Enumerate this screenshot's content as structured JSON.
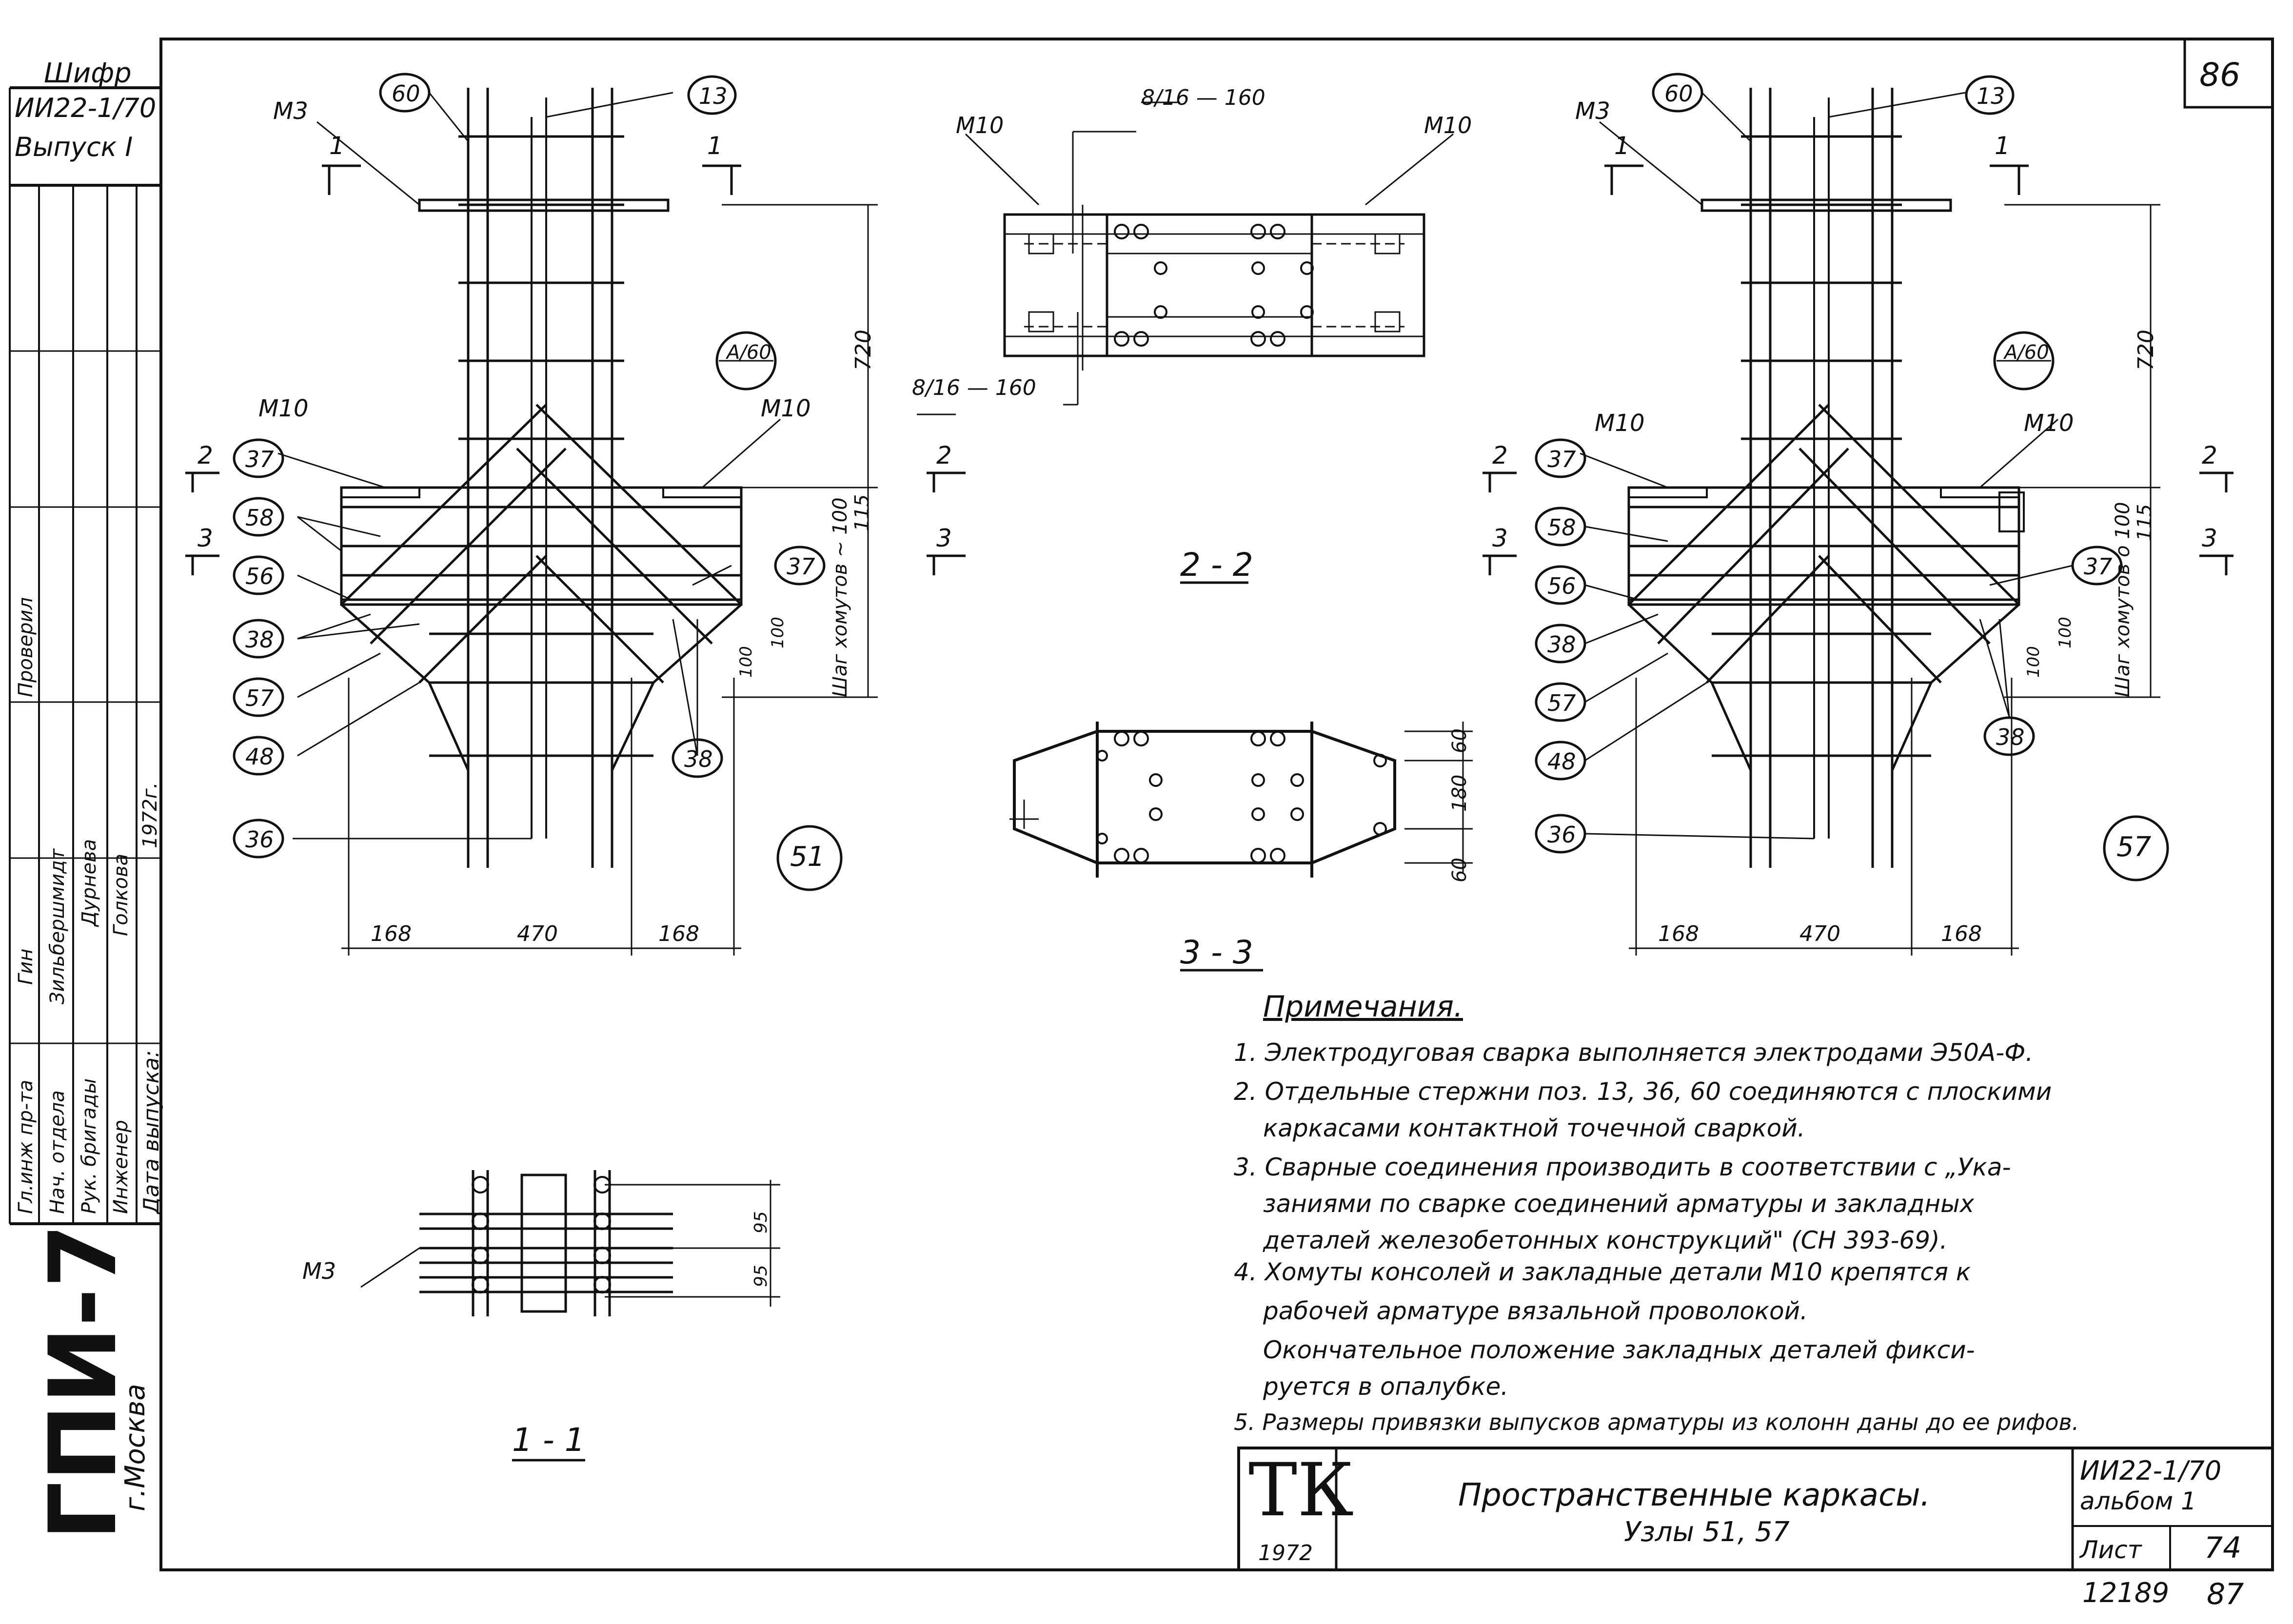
{
  "stamp_top_left": {
    "code_label": "Шифр",
    "code": "ИИ22-1/70",
    "issue": "Выпуск I"
  },
  "side_table": {
    "roles": [
      "Гл.инж пр-та",
      "Нач. отдела",
      "Рук. бригады",
      "Инженер",
      "Дата выпуска:"
    ],
    "names": [
      "Гин",
      "Зильбершмидт",
      "Дурнева",
      "Голкова"
    ],
    "checked": "Проверил",
    "year": "1972г.",
    "org": "ГПИ-7",
    "city": "г.Москва"
  },
  "sheet_corner": "86",
  "views": {
    "left_node": {
      "node_number": "51",
      "positions": [
        "60",
        "13",
        "37",
        "58",
        "56",
        "38",
        "57",
        "48",
        "36",
        "37",
        "38",
        "A/60"
      ],
      "labels": [
        "М3",
        "М10",
        "М10"
      ],
      "dims": {
        "left": "168",
        "middle": "470",
        "right": "168",
        "height": "720",
        "top_band": "115",
        "pitch": "100",
        "pitch2": "100",
        "note": "Шаг хомутов ~ 100"
      },
      "section_marks": [
        "1",
        "1",
        "2",
        "3"
      ]
    },
    "right_node": {
      "node_number": "57",
      "dims": {
        "left": "168",
        "middle": "470",
        "right": "168",
        "height": "720",
        "top_band": "115",
        "pitch": "100",
        "pitch2": "100",
        "note": "Шаг хомутов о 100"
      },
      "section_marks": [
        "1",
        "1",
        "2",
        "3",
        "2",
        "3"
      ]
    },
    "section_2_2": {
      "title": "2 - 2",
      "labels": [
        "М10",
        "М10"
      ],
      "top_dim": "8/16 — 160",
      "bottom_dim": "8/16 — 160",
      "section_marks": [
        "2",
        "3"
      ]
    },
    "section_3_3": {
      "title": "3 - 3",
      "dims": [
        "60",
        "180",
        "60"
      ]
    },
    "section_1_1": {
      "title": "1 - 1",
      "label": "М3",
      "dims": [
        "95",
        "95"
      ]
    }
  },
  "notes": {
    "title": "Примечания.",
    "items": [
      "1. Электродуговая сварка выполняется электродами Э50А-Ф.",
      "2. Отдельные стержни поз. 13, 36, 60 соединяются с плоскими",
      "каркасами контактной точечной сваркой.",
      "3. Сварные соединения производить в соответствии с „Ука-",
      "заниями по сварке соединений арматуры и закладных",
      "деталей железобетонных конструкций\" (СН 393-69).",
      "4. Хомуты консолей и закладные детали М10 крепятся к",
      "рабочей арматуре вязальной проволокой.",
      "Окончательное положение закладных деталей фикси-",
      "руется в опалубке.",
      "5. Размеры привязки выпусков арматуры из колонн даны до ее рифов."
    ]
  },
  "title_block": {
    "logo": "ТК",
    "logo_year": "1972",
    "title": "Пространственные каркасы.",
    "subtitle": "Узлы 51, 57",
    "code": "ИИ22-1/70",
    "album": "альбом 1",
    "sheet_label": "Лист",
    "sheet_number": "74"
  },
  "bottom_numbers": {
    "left": "12189",
    "right": "87"
  }
}
